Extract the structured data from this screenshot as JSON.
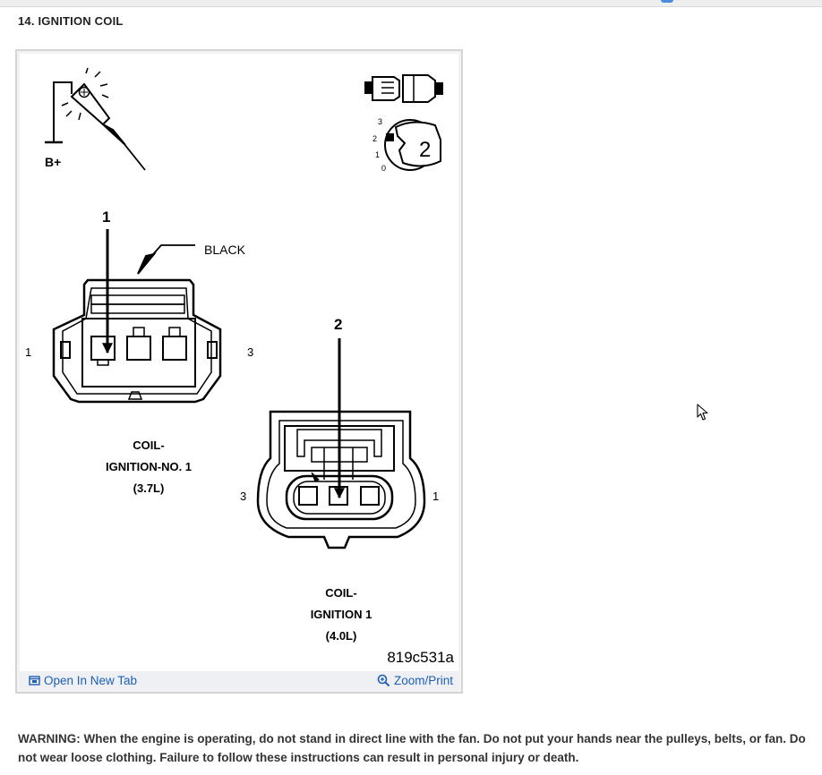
{
  "section": {
    "title": "14. IGNITION COIL"
  },
  "figure": {
    "battery_label": "B+",
    "key_position": "2",
    "key_scale": [
      "3",
      "2",
      "1",
      "0"
    ],
    "wire_color_label": "BLACK",
    "coil_37": {
      "arrow_number": "1",
      "pin_left": "1",
      "pin_right": "3",
      "name_lines": [
        "COIL-",
        "IGNITION-NO. 1",
        "(3.7L)"
      ]
    },
    "coil_40": {
      "arrow_number": "2",
      "pin_left": "3",
      "pin_right": "1",
      "name_lines": [
        "COIL-",
        "IGNITION 1",
        "(4.0L)"
      ]
    },
    "figure_code": "819c531a",
    "open_tab_label": "Open In New Tab",
    "zoom_label": "Zoom/Print"
  },
  "warning_text": "WARNING: When the engine is operating, do not stand in direct line with the fan. Do not put your hands near the pulleys, belts, or fan. Do not wear loose clothing. Failure to follow these instructions can result in personal injury or death.",
  "colors": {
    "link": "#1f5fb4",
    "footer_bg": "#eef0f3",
    "frame_border": "#d4d4d4"
  }
}
